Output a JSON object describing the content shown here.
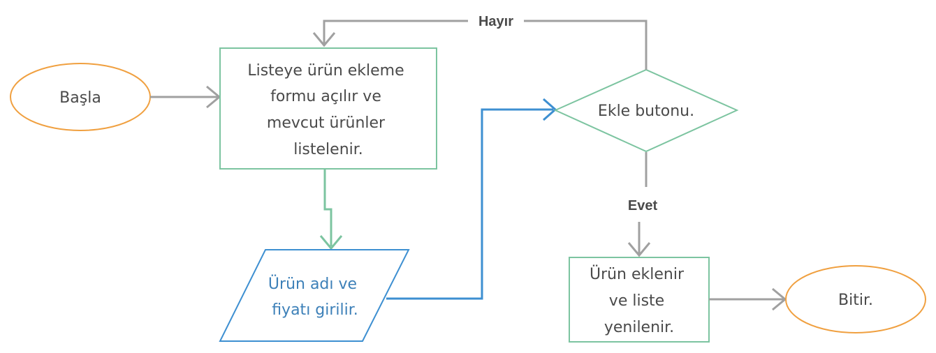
{
  "colors": {
    "terminal": "#f0a040",
    "process": "#7cc4a0",
    "io": "#3d8fd1",
    "connector": "#a0a0a0",
    "text": "#4a4a4a",
    "io_text": "#3d80b8"
  },
  "nodes": {
    "start": {
      "text": "Başla"
    },
    "process1": {
      "lines": [
        "Listeye ürün ekleme",
        "formu açılır ve",
        "mevcut ürünler",
        "listelenir."
      ]
    },
    "input": {
      "lines": [
        "Ürün adı ve",
        "fiyatı girilir."
      ]
    },
    "decision": {
      "text": "Ekle butonu."
    },
    "process2": {
      "lines": [
        "Ürün eklenir",
        "ve liste",
        "yenilenir."
      ]
    },
    "end": {
      "text": "Bitir."
    }
  },
  "edges": {
    "no_label": "Hayır",
    "yes_label": "Evet"
  }
}
